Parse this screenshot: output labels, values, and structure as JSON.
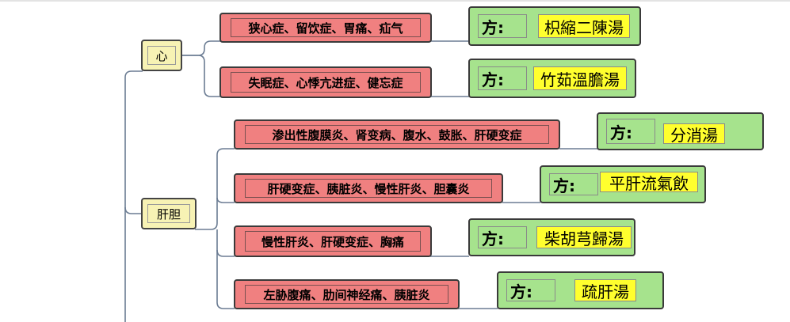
{
  "organs": [
    {
      "label": "心",
      "branches": [
        {
          "symptoms": "狭心症、留饮症、胃痛、疝气",
          "fang": "方:",
          "formula": "枳縮二陳湯"
        },
        {
          "symptoms": "失眠症、心悸亢进症、健忘症",
          "fang": "方:",
          "formula": "竹茹溫膽湯"
        }
      ]
    },
    {
      "label": "肝胆",
      "branches": [
        {
          "symptoms": "渗出性腹膜炎、肾变病、腹水、鼓胀、肝硬变症",
          "fang": "方:",
          "formula": "分消湯"
        },
        {
          "symptoms": "肝硬变症、胰脏炎、慢性肝炎、胆囊炎",
          "fang": "方:",
          "formula": "平肝流氣飲"
        },
        {
          "symptoms": "慢性肝炎、肝硬变症、胸痛",
          "fang": "方:",
          "formula": "柴胡芎歸湯"
        },
        {
          "symptoms": "左胁腹痛、肋间神经痛、胰脏炎",
          "fang": "方:",
          "formula": "疏肝湯"
        }
      ]
    }
  ],
  "colors": {
    "organ_fill": "#f7f2b4",
    "symptom_fill": "#f08080",
    "formula_fill": "#a6e38d",
    "formula_highlight": "#ffff2e",
    "connector": "#6b7c93"
  }
}
